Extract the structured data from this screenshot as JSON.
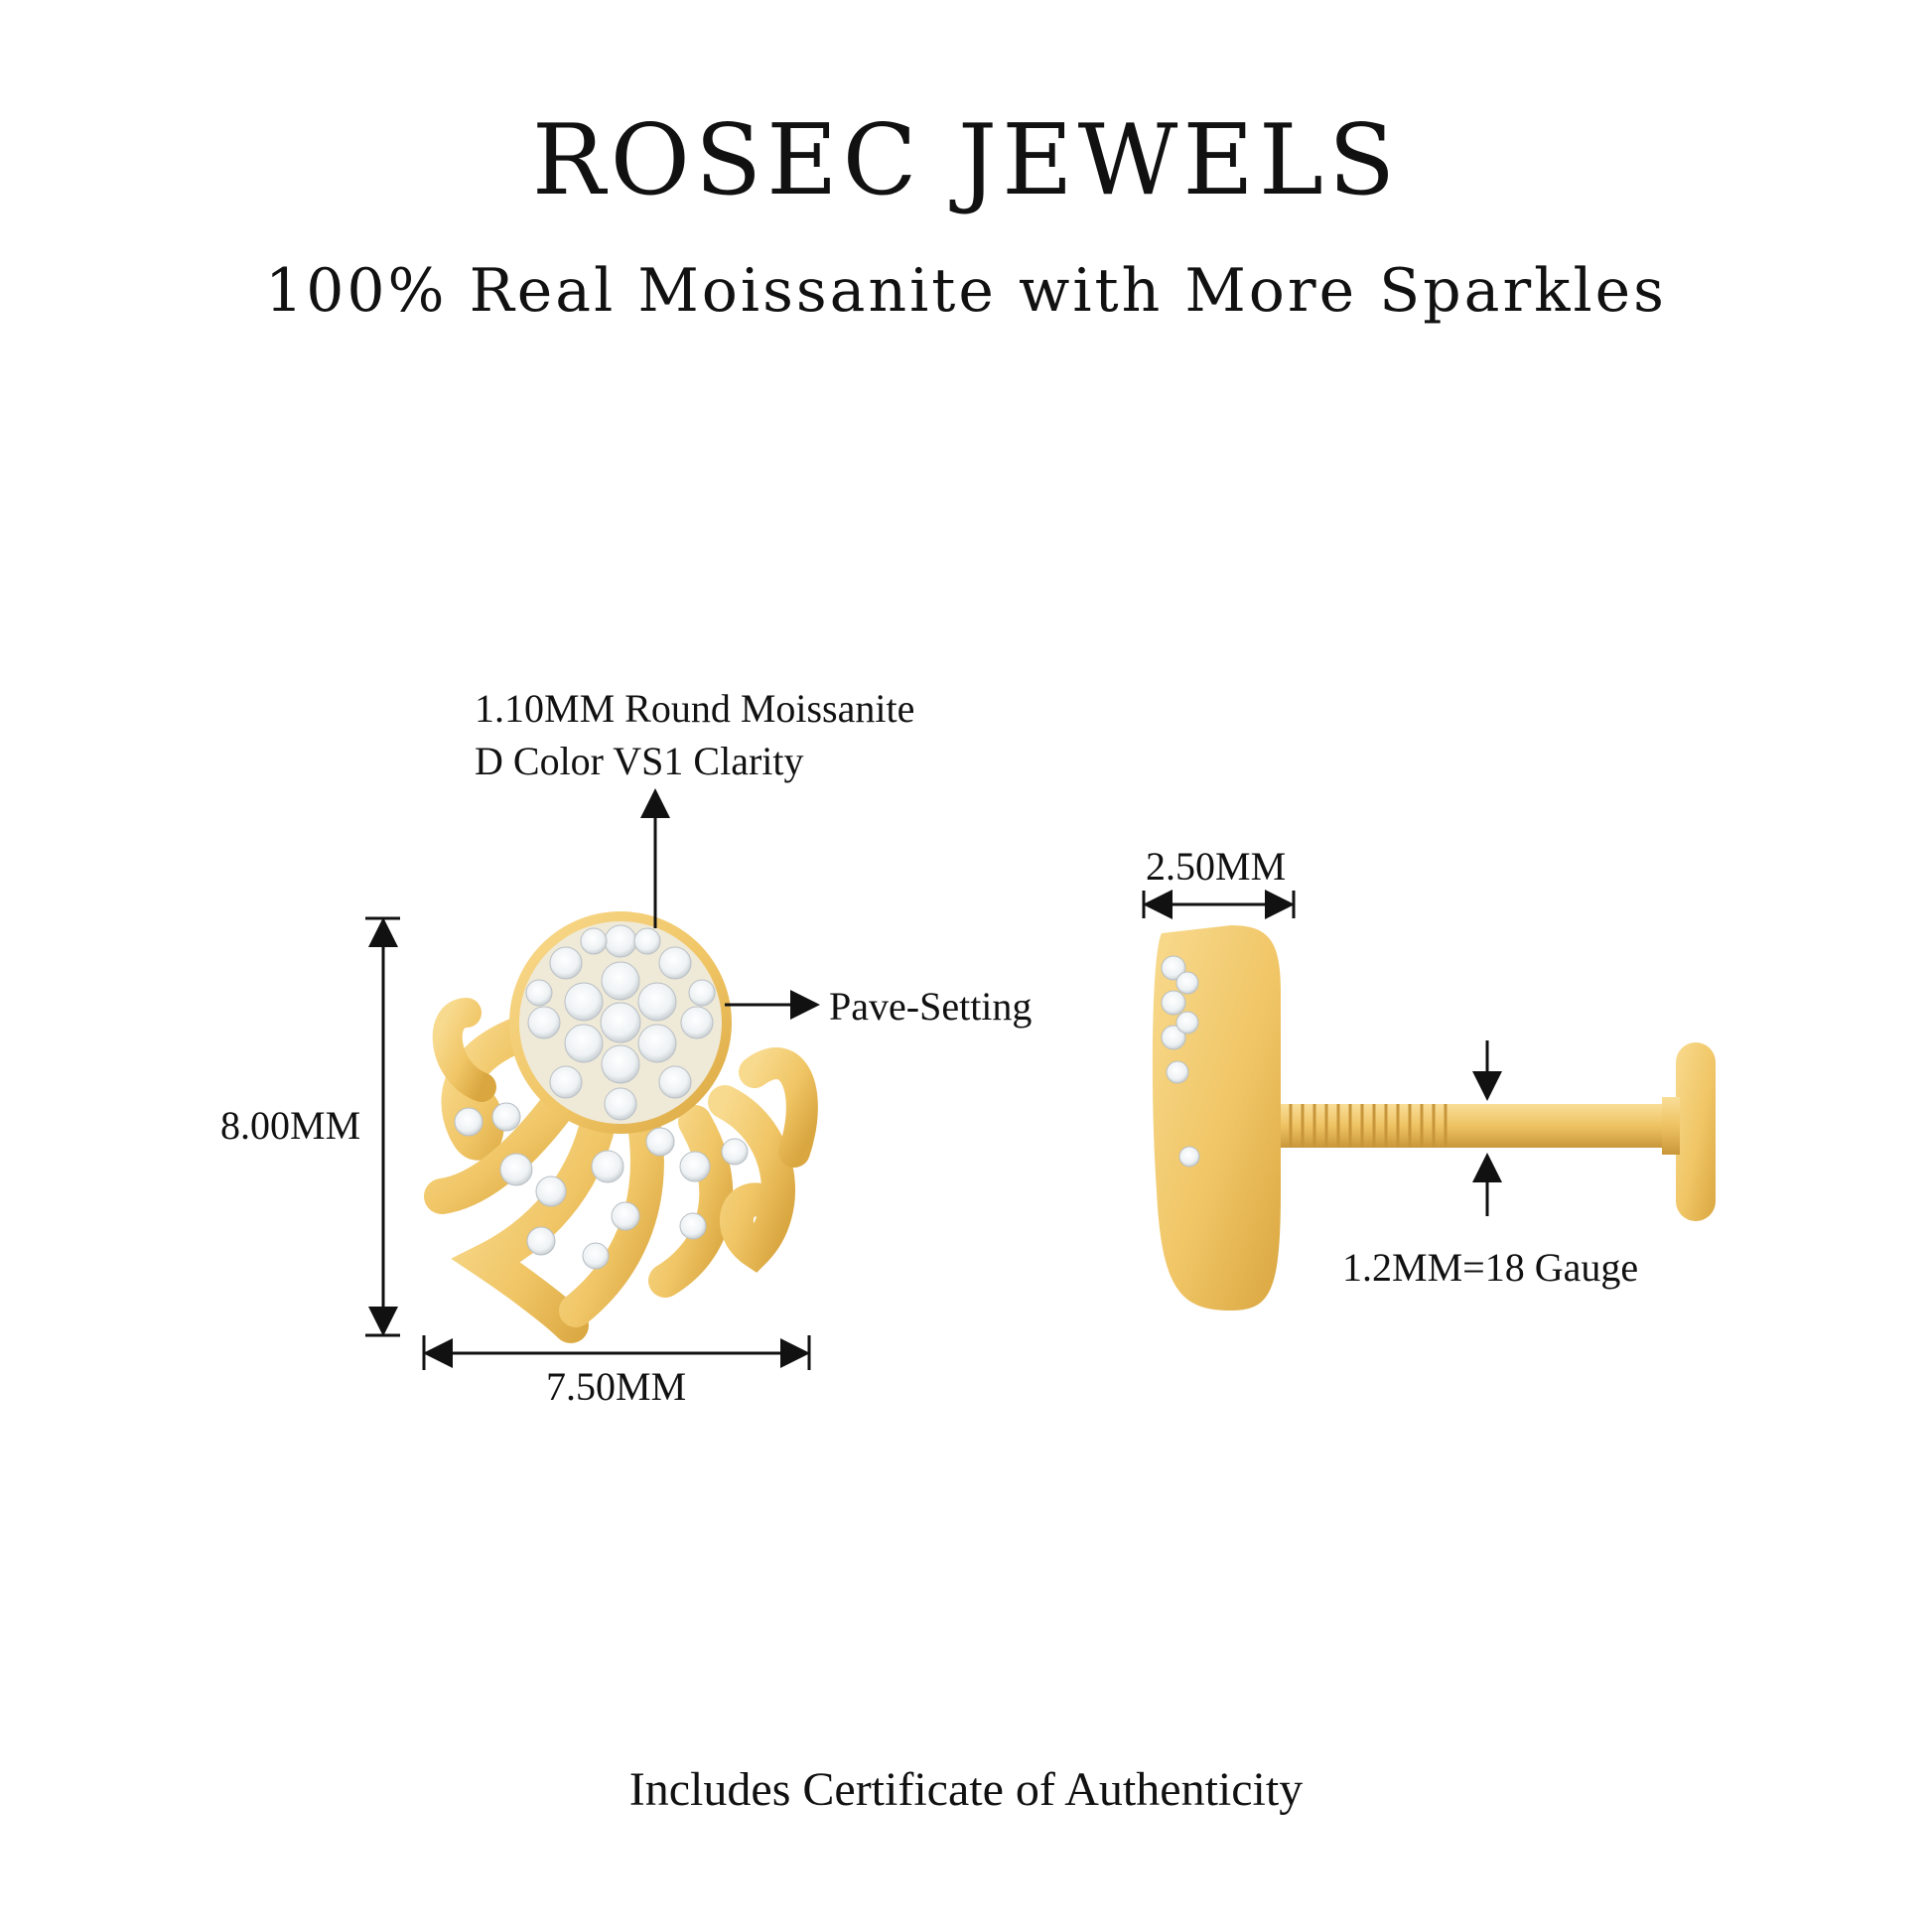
{
  "header": {
    "brand": "ROSEC JEWELS",
    "tagline": "100% Real Moissanite with More Sparkles"
  },
  "specs": {
    "stone_line1": "1.10MM Round Moissanite",
    "stone_line2": "D Color VS1 Clarity",
    "setting": "Pave-Setting",
    "height": "8.00MM",
    "width": "7.50MM",
    "thickness": "2.50MM",
    "gauge": "1.2MM=18 Gauge"
  },
  "footer": {
    "certificate": "Includes Certificate of Authenticity"
  },
  "colors": {
    "gold": "#F2C86A",
    "gold_dark": "#D9A640",
    "stone": "#F7F9FA",
    "line": "#111111"
  }
}
